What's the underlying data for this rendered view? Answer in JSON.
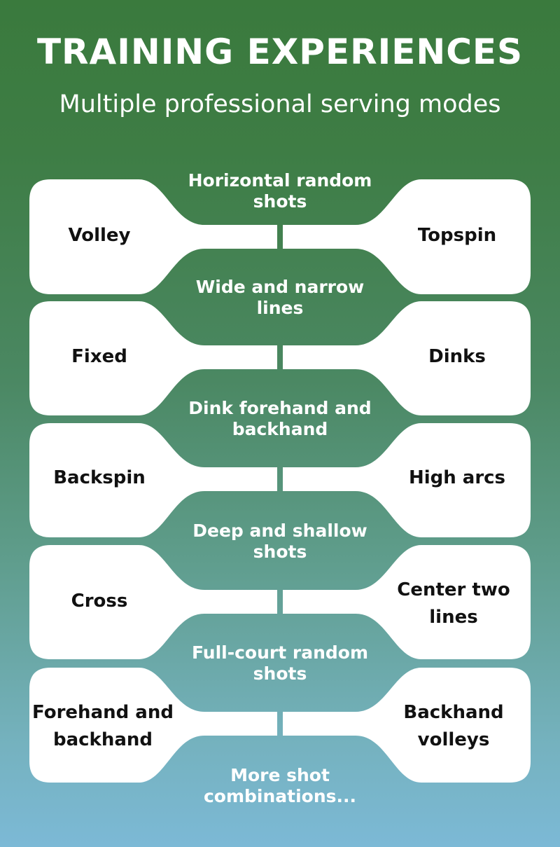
{
  "title": "TRAINING EXPERIENCES",
  "subtitle": "Multiple professional serving modes",
  "rows": [
    {
      "left": "Volley",
      "right": "Topspin",
      "mid": "Horizontal random shots"
    },
    {
      "left": "Fixed",
      "right": "Dinks",
      "mid": "Wide and narrow lines"
    },
    {
      "left": "Backspin",
      "right": "High arcs",
      "mid": "Dink forehand and backhand"
    },
    {
      "left": "Cross",
      "right": "Center two lines",
      "mid": "Deep and shallow shots"
    },
    {
      "left": "Forehand and backhand",
      "right": "Backhand volleys",
      "mid": "Full-court random shots"
    }
  ],
  "footer": "More shot combinations..."
}
